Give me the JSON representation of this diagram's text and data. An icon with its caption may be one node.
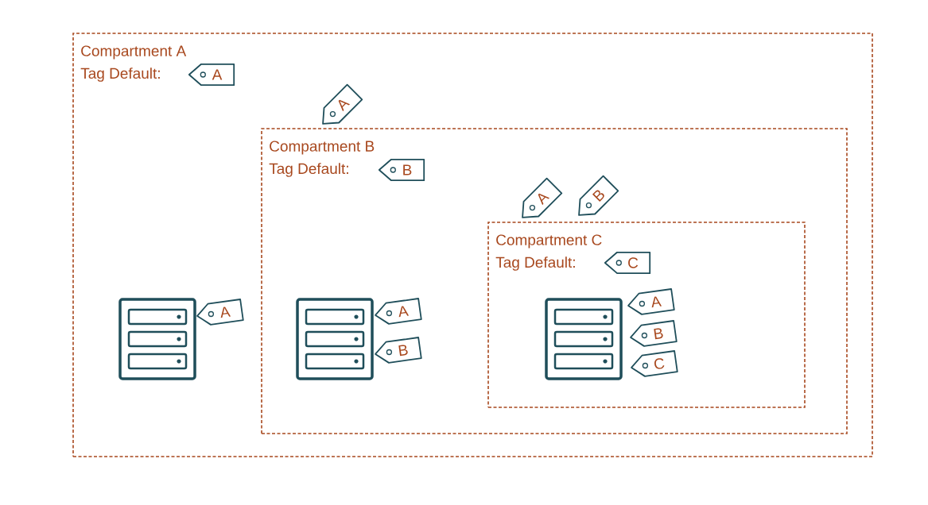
{
  "diagram": {
    "nodes": [
      {
        "text": [
          "Compartment A",
          "Tag Default:"
        ]
      },
      {
        "text": [
          "A"
        ],
        "in": 0
      },
      {
        "text": [
          "A"
        ],
        "in": 0
      },
      {
        "text": [
          "Compartment B",
          "Tag Default:"
        ],
        "in": 0
      },
      {
        "text": [
          "B"
        ],
        "in": 3
      },
      {
        "text": [
          "A"
        ],
        "in": 3
      },
      {
        "text": [
          "B"
        ],
        "in": 3
      },
      {
        "text": [
          "Compartment C",
          "Tag Default:"
        ],
        "in": 3
      },
      {
        "text": [
          "C"
        ],
        "in": 7
      },
      {
        "text": [
          "A"
        ],
        "in": 0
      },
      {
        "text": [
          "A"
        ],
        "in": 3
      },
      {
        "text": [
          "B"
        ],
        "in": 3
      },
      {
        "text": [
          "A"
        ],
        "in": 7
      },
      {
        "text": [
          "B"
        ],
        "in": 7
      },
      {
        "text": [
          "C"
        ],
        "in": 7
      }
    ]
  }
}
